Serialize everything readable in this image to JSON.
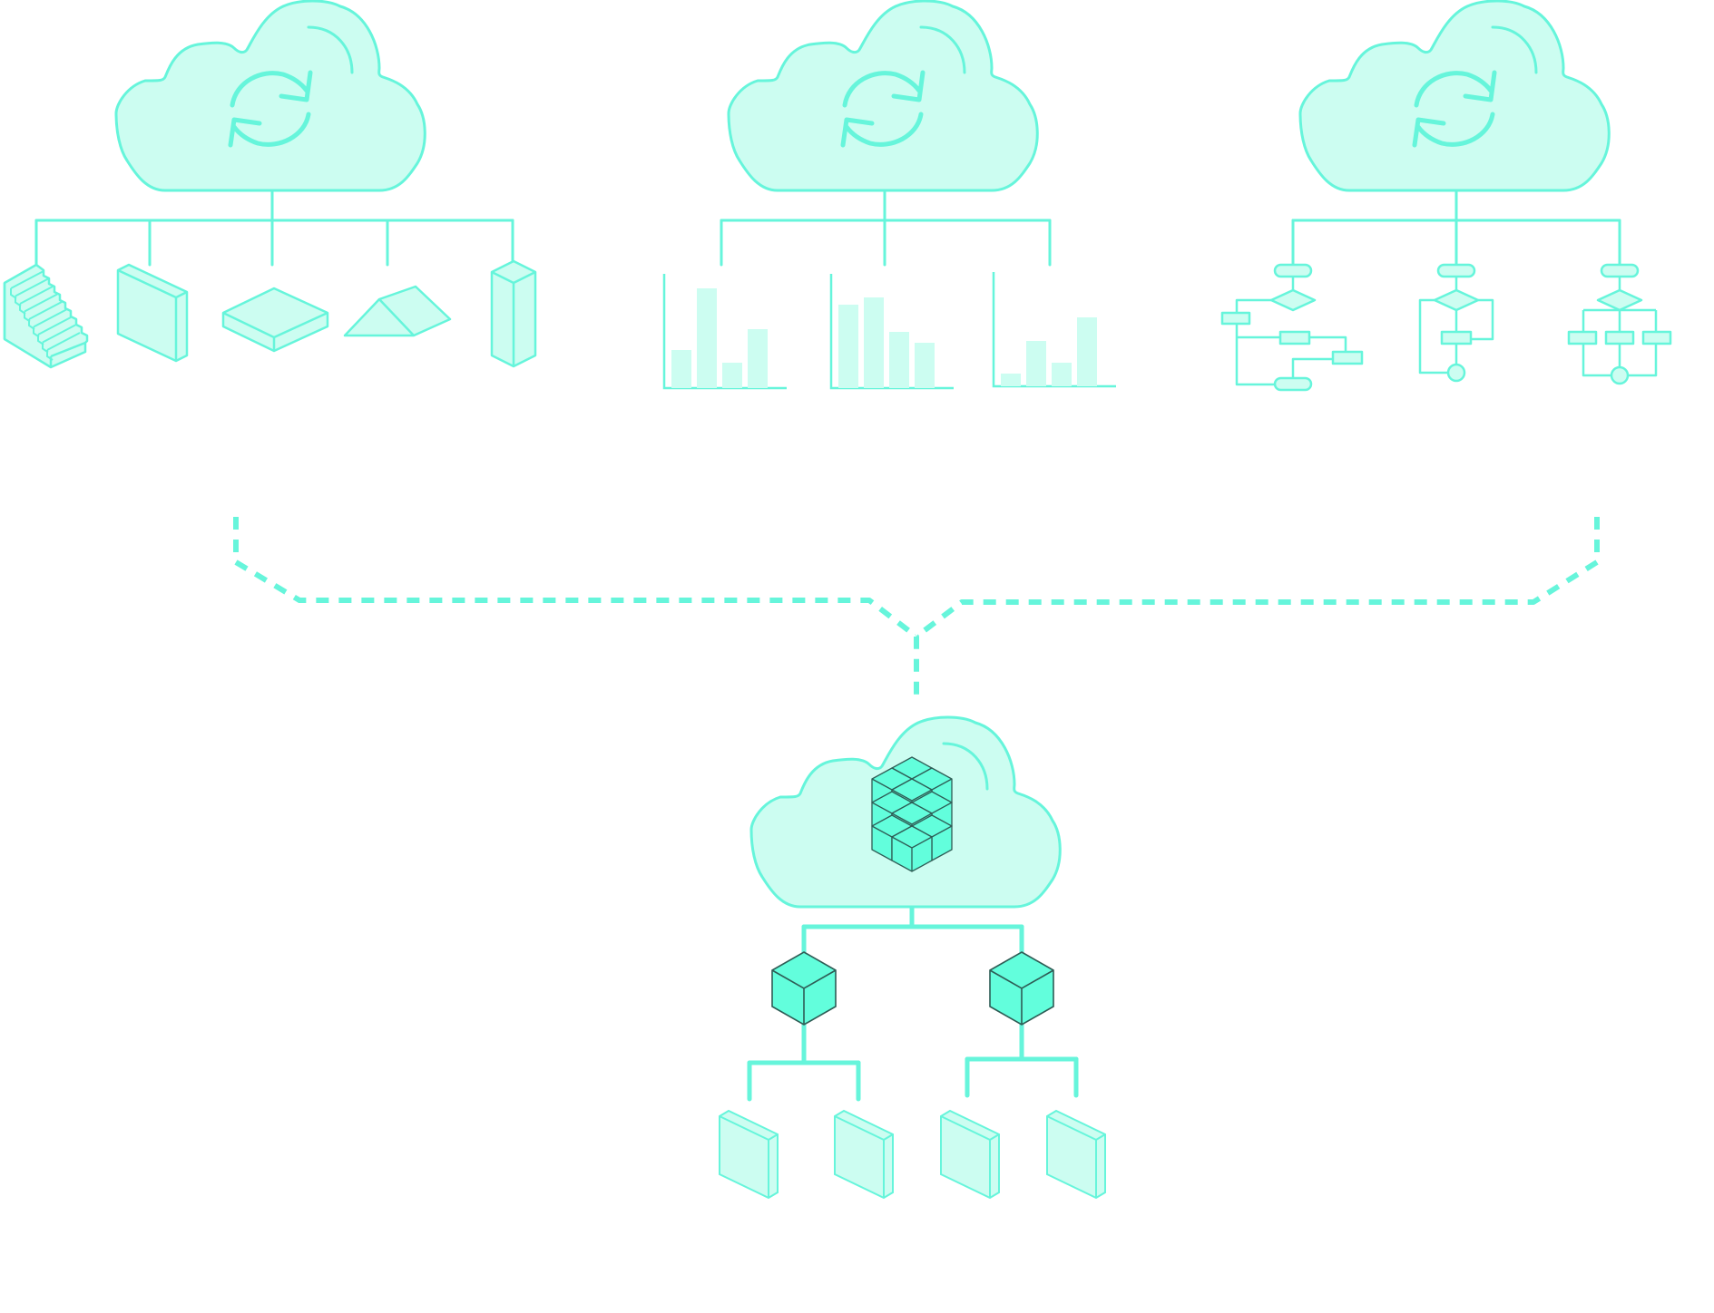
{
  "colors": {
    "stroke": "#66F5DB",
    "fill_light": "#CCFDF1",
    "fill_solid": "#62FEDC",
    "outline_dark": "#2E5C55",
    "background": "#FFFFFF"
  },
  "clouds": [
    {
      "name": "sync-cloud-geometry",
      "icon": "sync-icon",
      "children": [
        "stairs-shape-icon",
        "slab-block-icon",
        "flat-plate-icon",
        "triangle-prism-icon",
        "tall-pillar-icon"
      ]
    },
    {
      "name": "sync-cloud-charts",
      "icon": "sync-icon",
      "children": [
        "bar-chart-icon",
        "bar-chart-icon",
        "bar-chart-icon"
      ]
    },
    {
      "name": "sync-cloud-flowcharts",
      "icon": "sync-icon",
      "children": [
        "flowchart-icon",
        "flowchart-icon",
        "flowchart-icon"
      ]
    },
    {
      "name": "central-cloud",
      "icon": "cube-stack-icon",
      "children": [
        "cube-node-icon",
        "cube-node-icon"
      ]
    }
  ],
  "connector_style": "dashed",
  "leaf_icons": [
    "document-block-icon",
    "document-block-icon",
    "document-block-icon",
    "document-block-icon"
  ]
}
